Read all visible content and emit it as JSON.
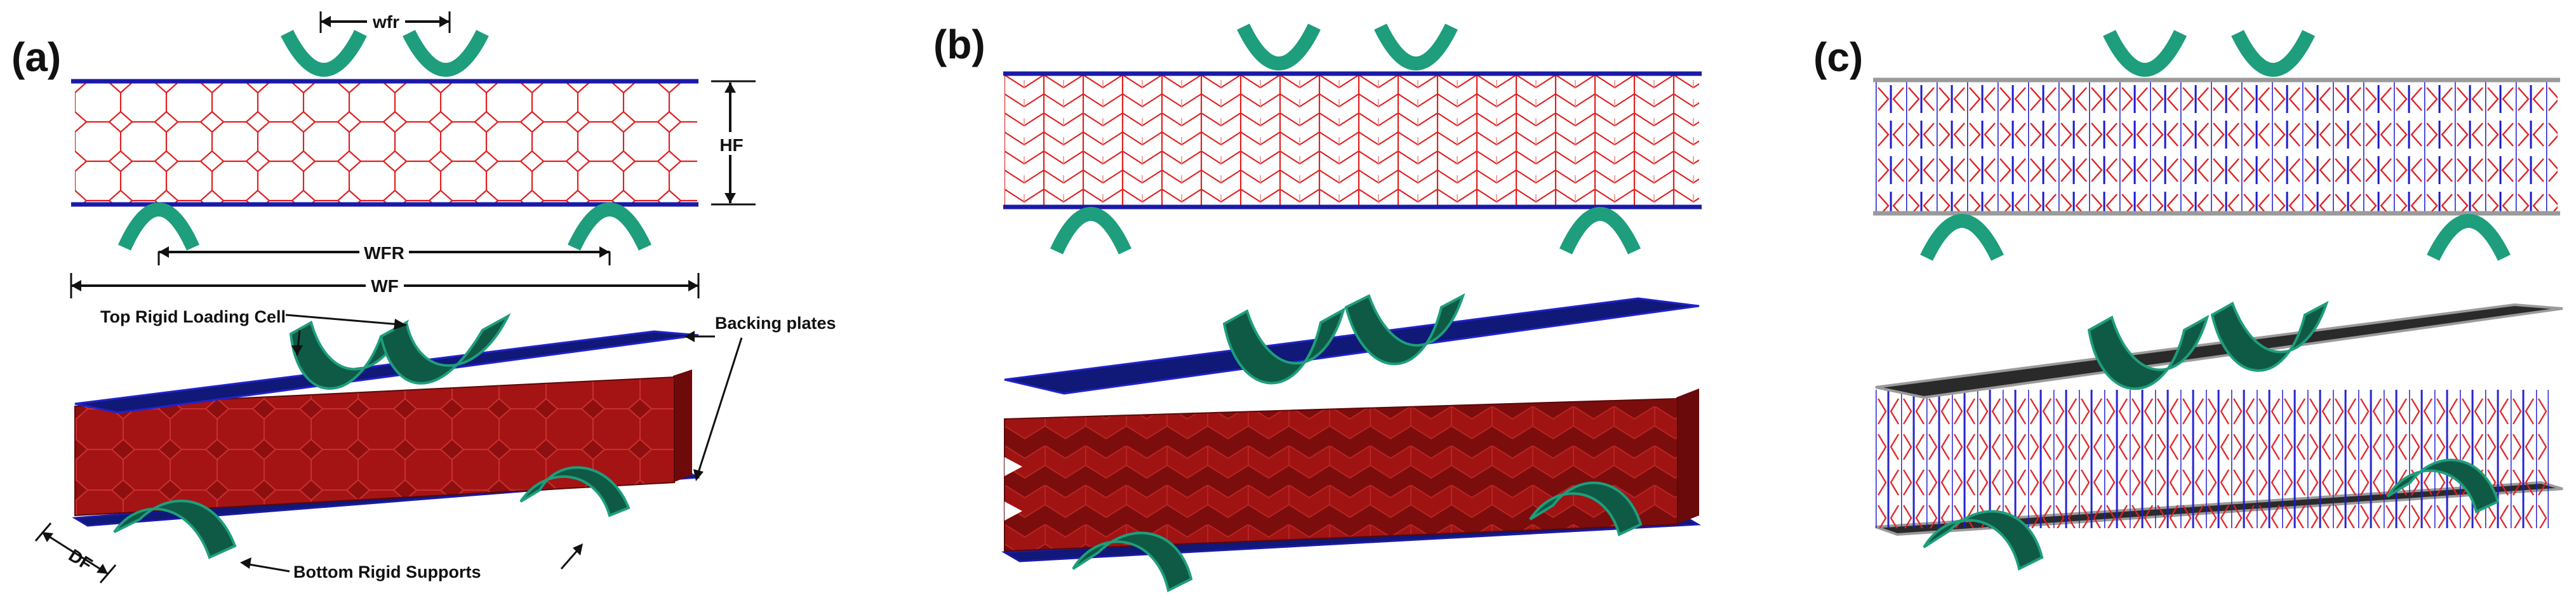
{
  "panels": [
    {
      "id": "a",
      "label": "(a)"
    },
    {
      "id": "b",
      "label": "(b)"
    },
    {
      "id": "c",
      "label": "(c)"
    }
  ],
  "dimensions": {
    "wfr": "wfr",
    "hf": "HF",
    "wfr_big": "WFR",
    "wf": "WF",
    "df": "DF"
  },
  "annotations": {
    "top_loading": "Top Rigid Loading Cell",
    "backing_plates": "Backing plates",
    "bottom_supports": "Bottom Rigid Supports"
  },
  "colors": {
    "plate_blue": "#1a1aa8",
    "plate_dark_blue": "#101878",
    "core_red": "#e02020",
    "core_dark_red": "#8a0f0f",
    "roller_green": "#1e9e7c",
    "roller_dark_green": "#0f5a45",
    "plate_black": "#2a2a2a",
    "plate_gray": "#9a9a9a"
  }
}
